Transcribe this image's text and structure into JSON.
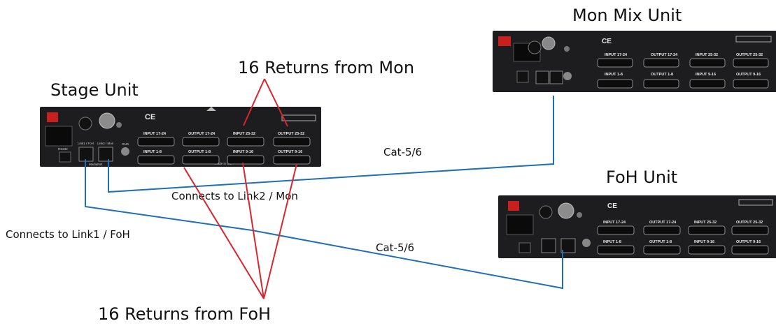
{
  "labels": {
    "mon_mix_unit": "Mon Mix Unit",
    "stage_unit": "Stage Unit",
    "foh_unit": "FoH Unit",
    "returns_from_mon": "16 Returns from Mon",
    "returns_from_foh": "16 Returns from FoH",
    "cable_top": "Cat-5/6",
    "cable_bottom": "Cat-5/6",
    "connects_link2": "Connects to Link2 / Mon",
    "connects_link1": "Connects to Link1 / FoH"
  },
  "panel": {
    "input_17_24": "INPUT 17-24",
    "output_17_24": "OUTPUT 17-24",
    "input_25_32": "INPUT 25-32",
    "output_25_32": "OUTPUT 25-32",
    "input_1_8": "INPUT 1-8",
    "output_1_8": "OUTPUT 1-8",
    "input_9_16": "INPUT 9-16",
    "output_9_16": "OUTPUT 9-16",
    "link1_foh": "Link1 / FoH",
    "link2_mon": "Link2 / Mon",
    "ce": "CE",
    "rs232": "RS232",
    "gnd": "GND",
    "made_in_usa": "Made in USA",
    "medianet": "MediaNet"
  },
  "colors": {
    "link_cable": "#1f6fb5",
    "return_line": "#d8262c",
    "unit_body": "#1d1d1f"
  }
}
